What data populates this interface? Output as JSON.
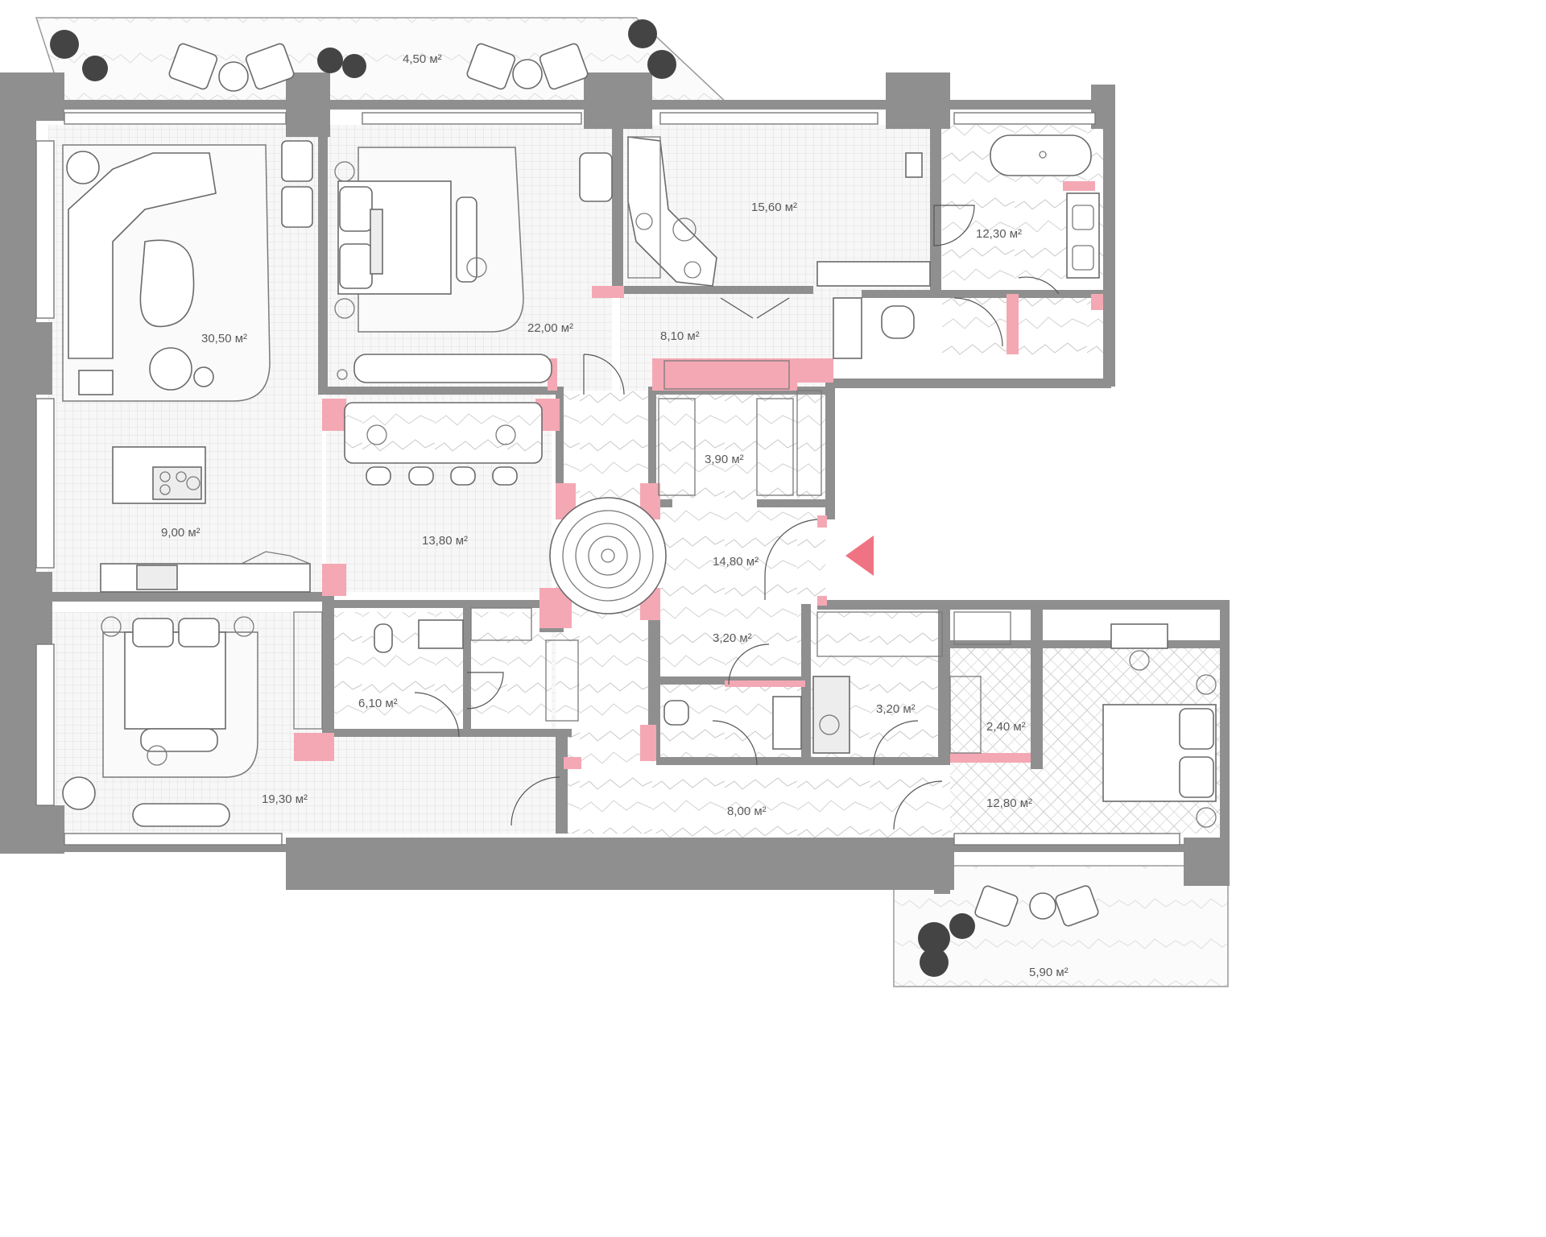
{
  "plan": {
    "colors": {
      "wall": "#8f8f8f",
      "accent": "#f4a8b4",
      "entrance_marker": "#f07383",
      "tile_line": "#d9d9d9",
      "label": "#5a5a5a"
    },
    "entrance_icon": "triangle-entrance-icon",
    "rooms": [
      {
        "id": "terrace-top",
        "label": "4,50 м²"
      },
      {
        "id": "living-lounge",
        "label": "30,50 м²"
      },
      {
        "id": "bedroom-main",
        "label": "22,00 м²"
      },
      {
        "id": "closet-corridor",
        "label": "8,10 м²"
      },
      {
        "id": "study",
        "label": "15,60 м²"
      },
      {
        "id": "master-bath",
        "label": "12,30 м²"
      },
      {
        "id": "kitchen",
        "label": "9,00 м²"
      },
      {
        "id": "dining",
        "label": "13,80 м²"
      },
      {
        "id": "wardrobe",
        "label": "3,90 м²"
      },
      {
        "id": "hall",
        "label": "14,80 м²"
      },
      {
        "id": "guest-wc",
        "label": "3,20 м²"
      },
      {
        "id": "laundry",
        "label": "3,20 м²"
      },
      {
        "id": "bath-small",
        "label": "6,10 м²"
      },
      {
        "id": "bedroom-2",
        "label": "19,30 м²"
      },
      {
        "id": "corridor",
        "label": "8,00 м²"
      },
      {
        "id": "dressing",
        "label": "2,40 м²"
      },
      {
        "id": "bedroom-3",
        "label": "12,80 м²"
      },
      {
        "id": "terrace-bottom",
        "label": "5,90 м²"
      }
    ]
  }
}
